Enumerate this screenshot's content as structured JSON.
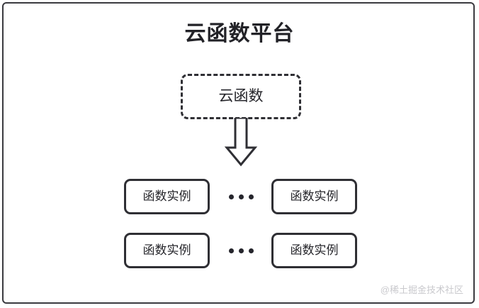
{
  "diagram": {
    "type": "block-diagram",
    "platform": {
      "title": "云函数平台",
      "border_color": "#3b3b40",
      "background": "#ffffff"
    },
    "cloud_function": {
      "label": "云函数",
      "border_style": "dashed",
      "border_color": "#2f2f34"
    },
    "arrow": {
      "name": "down-block-arrow",
      "direction": "down",
      "stroke_color": "#2f2f34",
      "fill": "#ffffff"
    },
    "instance_rows": [
      {
        "left_instance": "函数实例",
        "ellipsis": "•••",
        "right_instance": "函数实例"
      },
      {
        "left_instance": "函数实例",
        "ellipsis": "•••",
        "right_instance": "函数实例"
      }
    ],
    "watermark": "@稀土掘金技术社区"
  }
}
